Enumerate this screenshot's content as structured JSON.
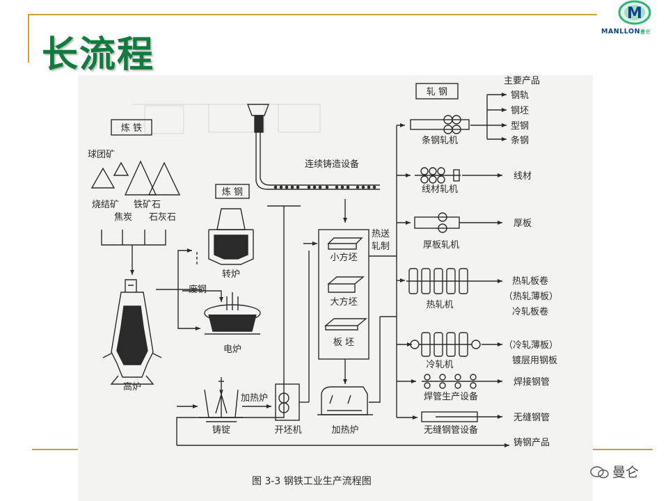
{
  "slide": {
    "title": "长流程",
    "logo_text": "MANLLON",
    "logo_text_cn": "曼仑",
    "watermark": "曼仑"
  },
  "colors": {
    "title_green": "#127a3c",
    "gold_rule": "#c9a33a",
    "logo_blue": "#10408e",
    "logo_green": "#2bb673",
    "figure_bg": "#f3f3f1",
    "ink": "#2a2a2a"
  },
  "diagram": {
    "caption": "图 3-3   钢铁工业生产流程图",
    "sections": {
      "ironmaking": "炼 铁",
      "steelmaking": "炼 钢",
      "rolling": "轧 钢"
    },
    "raw_materials": {
      "pellet": "球团矿",
      "sinter": "烧结矿",
      "iron_ore": "铁矿石",
      "coke": "焦炭",
      "limestone": "石灰石"
    },
    "units": {
      "blast_furnace": "高炉",
      "converter": "转炉",
      "scrap": "废钢",
      "electric_furnace": "电炉",
      "continuous_casting": "连续铸造设备",
      "ingot": "铸锭",
      "heating_furnace_label": "加热炉",
      "blooming_mill": "开坯机",
      "reheating_furnace": "加热炉",
      "hot_charging": "热送\n轧制"
    },
    "billets": [
      "小方坯",
      "大方坯",
      "板  坯"
    ],
    "mills": {
      "bar_mill": "条钢轧机",
      "wire_mill": "线材轧机",
      "plate_mill": "厚板轧机",
      "hot_strip_mill": "热轧机",
      "cold_mill": "冷轧机",
      "welded_pipe": "焊管生产设备",
      "seamless_pipe": "无缝钢管设备"
    },
    "products": {
      "main_header": "主要产品",
      "rail": "钢轨",
      "billet": "钢坯",
      "section": "型钢",
      "bar": "条钢",
      "wire": "线材",
      "plate": "厚板",
      "hot_coil": "热轧板卷",
      "hot_sheet": "（热轧薄板）",
      "cold_coil": "冷轧板卷",
      "cold_sheet": "（冷轧薄板）",
      "coated_sheet": "镀层用钢板",
      "welded_pipe": "焊接钢管",
      "seamless_pipe": "无缝钢管",
      "castings": "铸钢产品"
    }
  }
}
